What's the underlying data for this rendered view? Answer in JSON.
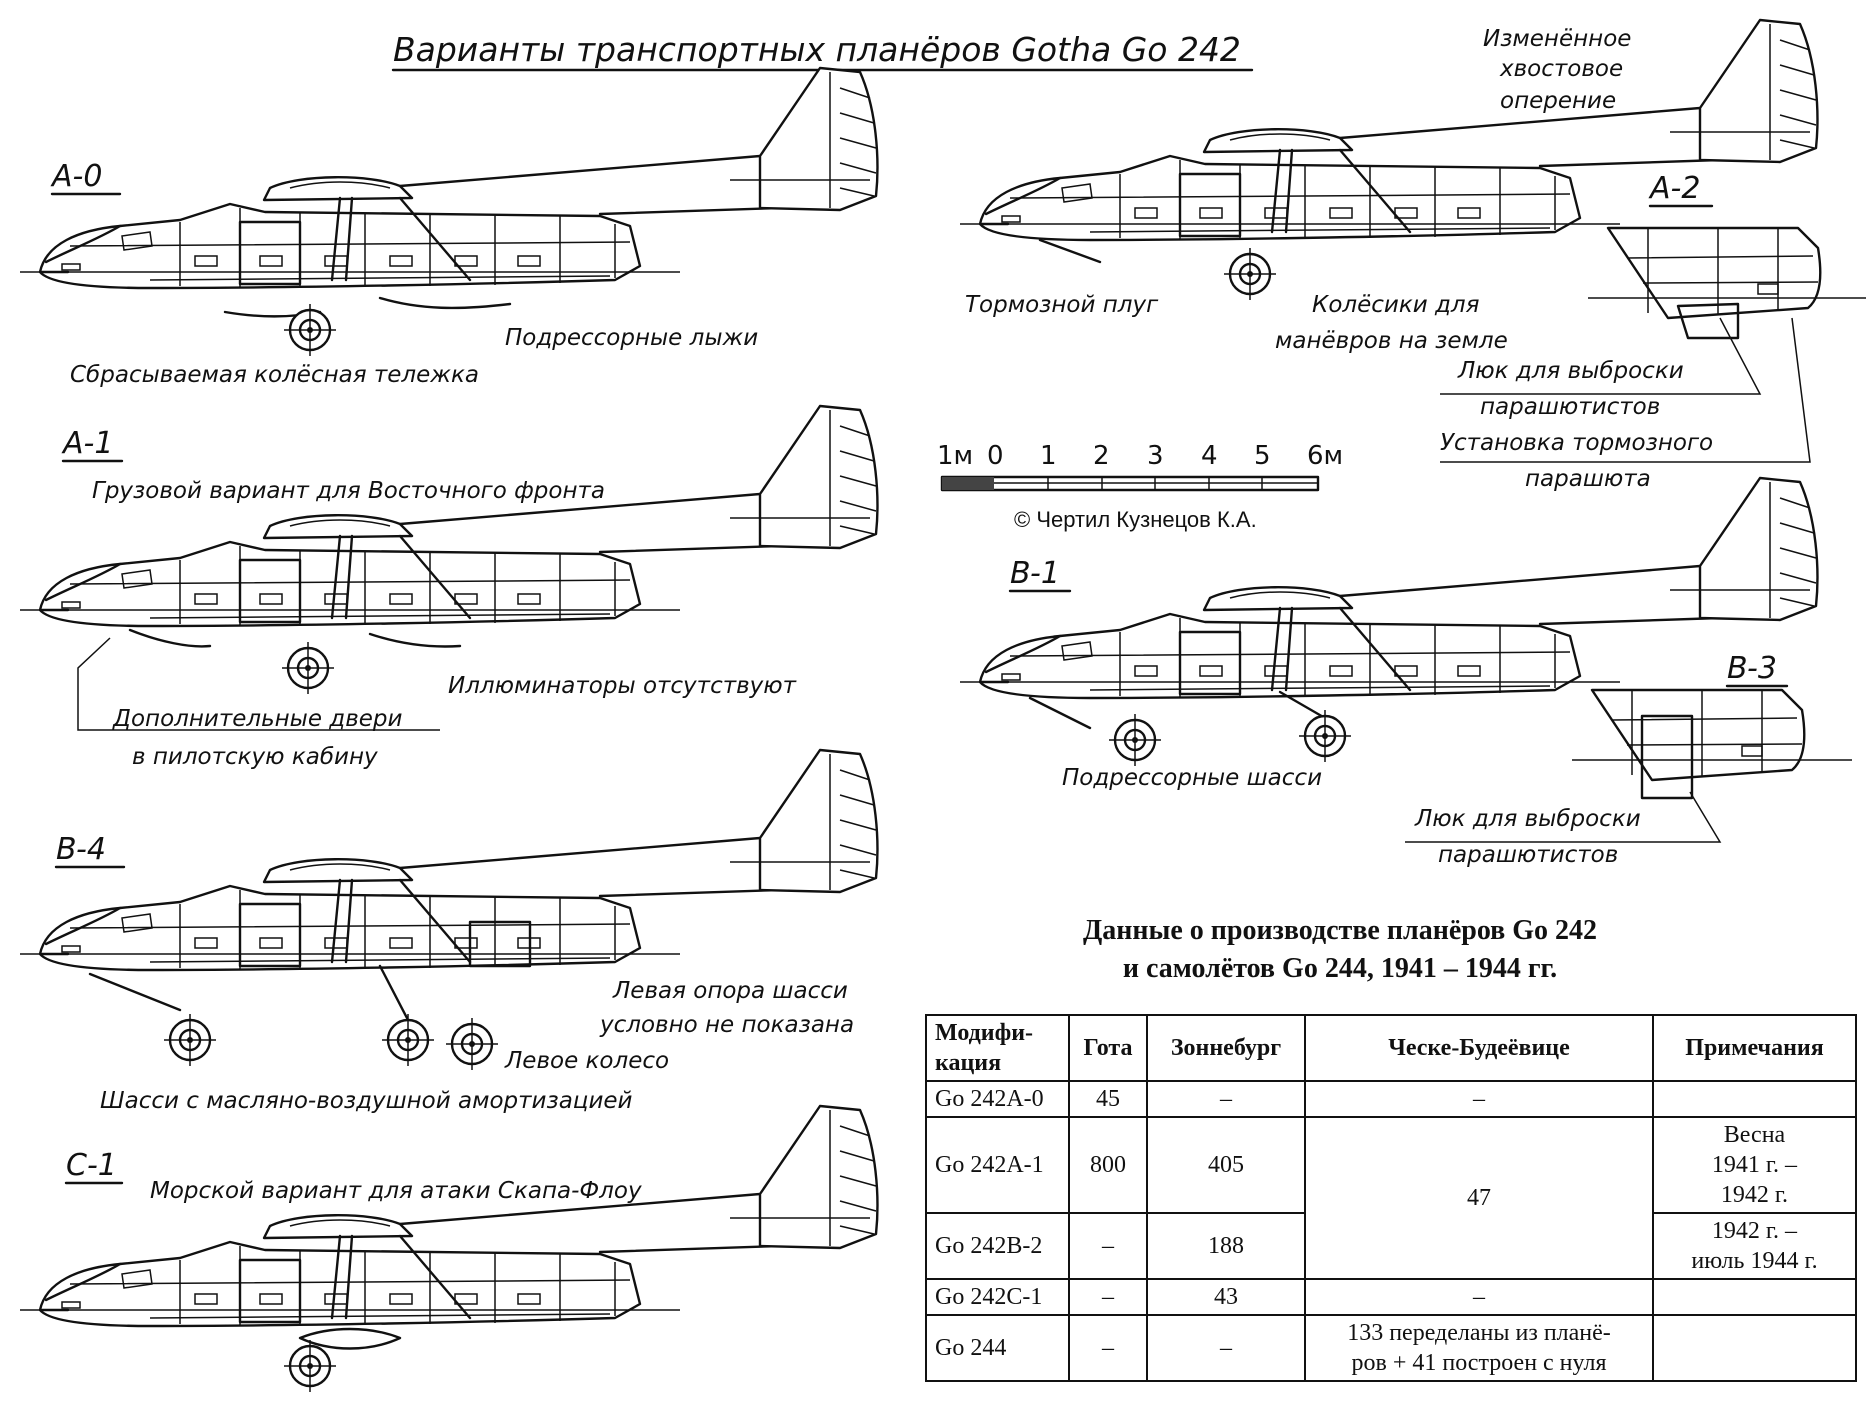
{
  "title": "Варианты транспортных планёров Gotha Go 242",
  "variants": [
    {
      "code": "A-0"
    },
    {
      "code": "A-1"
    },
    {
      "code": "B-4"
    },
    {
      "code": "C-1"
    },
    {
      "code": "A-2"
    },
    {
      "code": "B-1"
    },
    {
      "code": "B-3"
    }
  ],
  "labels": {
    "a0_skids": "Подрессорные лыжи",
    "a0_trolley": "Сбрасываемая колёсная тележка",
    "a1_cargo": "Грузовой вариант для Восточного фронта",
    "a1_no_windows": "Иллюминаторы отсутствуют",
    "a1_doors_1": "Дополнительные двери",
    "a1_doors_2": "в пилотскую кабину",
    "b4_left_leg_1": "Левая опора шасси",
    "b4_left_leg_2": "условно не показана",
    "b4_left_wheel": "Левое колесо",
    "b4_oleo": "Шасси с масляно-воздушной амортизацией",
    "c1_naval": "Морской вариант для атаки Скапа-Флоу",
    "a2_tail_1": "Изменённое",
    "a2_tail_2": "хвостовое",
    "a2_tail_3": "оперение",
    "a2_plough": "Тормозной плуг",
    "a2_wheels_1": "Колёсики для",
    "a2_wheels_2": "манёвров на земле",
    "a2_hatch_1": "Люк для выброски",
    "a2_hatch_2": "парашютистов",
    "a2_chute_1": "Установка тормозного",
    "a2_chute_2": "парашюта",
    "b1_gear": "Подрессорные шасси",
    "b3_hatch_1": "Люк для выброски",
    "b3_hatch_2": "парашютистов"
  },
  "scale": {
    "ticks": [
      "1м",
      "0",
      "1",
      "2",
      "3",
      "4",
      "5",
      "6м"
    ],
    "copyright": "© Чертил Кузнецов К.А."
  },
  "table": {
    "title_line1": "Данные о производстве планёров Go 242",
    "title_line2": "и самолётов Go 244, 1941 – 1944 гг.",
    "headers": {
      "mod_1": "Модифи-",
      "mod_2": "кация",
      "gotha": "Гота",
      "sonneberg": "Зоннебург",
      "budweis": "Ческе-Будеёвице",
      "notes": "Примечания"
    },
    "rows": {
      "a0": {
        "mod": "Go 242A-0",
        "gotha": "45",
        "sonneberg": "–",
        "budweis": "–",
        "notes": ""
      },
      "a1": {
        "mod": "Go 242A-1",
        "gotha": "800",
        "sonneberg": "405",
        "notes_1": "Весна",
        "notes_2": "1941 г. –",
        "notes_3": "1942 г."
      },
      "b2": {
        "mod": "Go 242B-2",
        "gotha": "–",
        "sonneberg": "188",
        "notes_1": "1942 г. –",
        "notes_2": "июль 1944 г."
      },
      "c1": {
        "mod": "Go 242C-1",
        "gotha": "–",
        "sonneberg": "43",
        "budweis": "–",
        "notes": ""
      },
      "g244": {
        "mod": "Go 244",
        "gotha": "–",
        "sonneberg": "–",
        "budweis_1": "133 переделаны из планё-",
        "budweis_2": "ров + 41 построен с нуля",
        "notes": ""
      }
    },
    "merged_budweis": "47"
  }
}
